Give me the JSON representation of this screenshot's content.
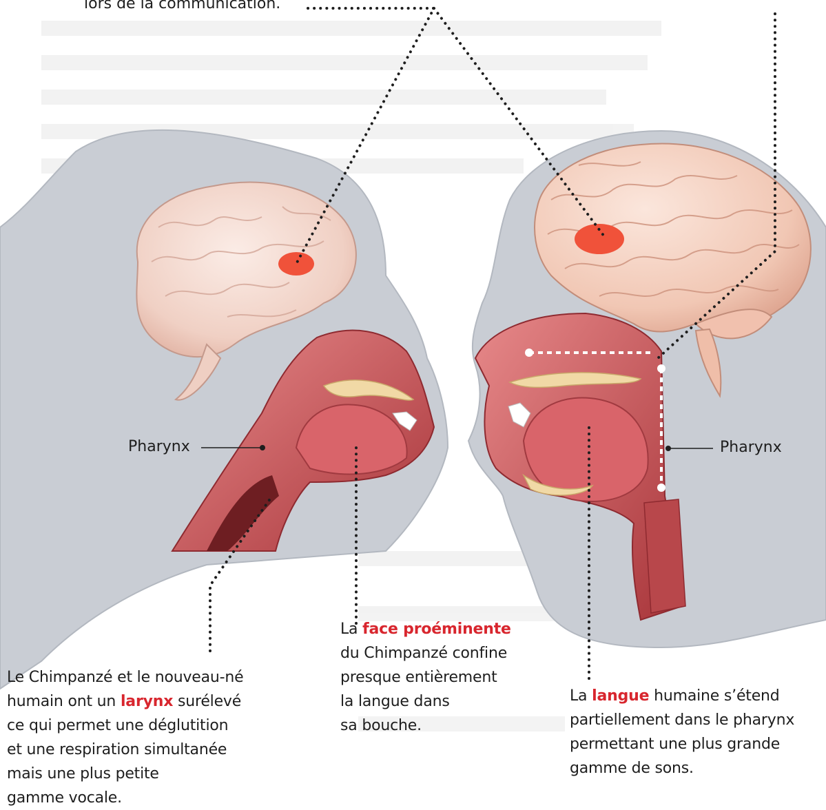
{
  "top_caption": "lors de la communication.",
  "left_pharynx_label": "Pharynx",
  "right_pharynx_label": "Pharynx",
  "caption_larynx": {
    "line1": "Le Chimpanzé et le nouveau-né",
    "line2_pre": "humain ont un ",
    "line2_highlight": "larynx",
    "line2_post": " surélevé",
    "line3": "ce qui permet une déglutition",
    "line4": "et une respiration simultanée",
    "line5": "mais une plus petite",
    "line6": "gamme vocale."
  },
  "caption_face": {
    "line1_pre": "La ",
    "line1_highlight": "face proéminente",
    "line2": "du Chimpanzé confine",
    "line3": "presque entièrement",
    "line4": "la langue dans",
    "line5": "sa bouche."
  },
  "caption_langue": {
    "line1_pre": "La ",
    "line1_highlight": "langue",
    "line1_post": " humaine s’étend",
    "line2": "partiellement dans le pharynx",
    "line3": "permettant une plus grande",
    "line4": "gamme de sons."
  },
  "colors": {
    "head_silhouette": "#c8ccd3",
    "brain": "#f3d9cf",
    "broca_area": "#f0523a",
    "tract": "#c9484c",
    "highlight_text": "#d8262e",
    "bone": "#f1d9a6"
  }
}
